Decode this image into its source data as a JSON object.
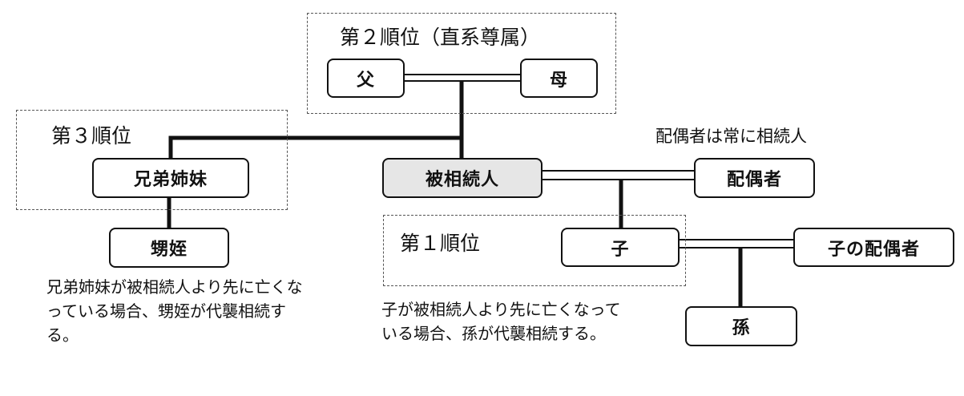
{
  "groups": {
    "second": "第２順位（直系尊属）",
    "third": "第３順位",
    "first": "第１順位"
  },
  "nodes": {
    "father": "父",
    "mother": "母",
    "siblings": "兄弟姉妹",
    "decedent": "被相続人",
    "spouse": "配偶者",
    "nephews": "甥姪",
    "child": "子",
    "child_spouse": "子の配偶者",
    "grandchild": "孫"
  },
  "notes": {
    "spouse_note": "配偶者は常に相続人",
    "siblings_note": "兄弟姉妹が被相続人より先に亡くなっている場合、甥姪が代襲相続する。",
    "child_note": "子が被相続人より先に亡くなっている場合、孫が代襲相続する。"
  }
}
